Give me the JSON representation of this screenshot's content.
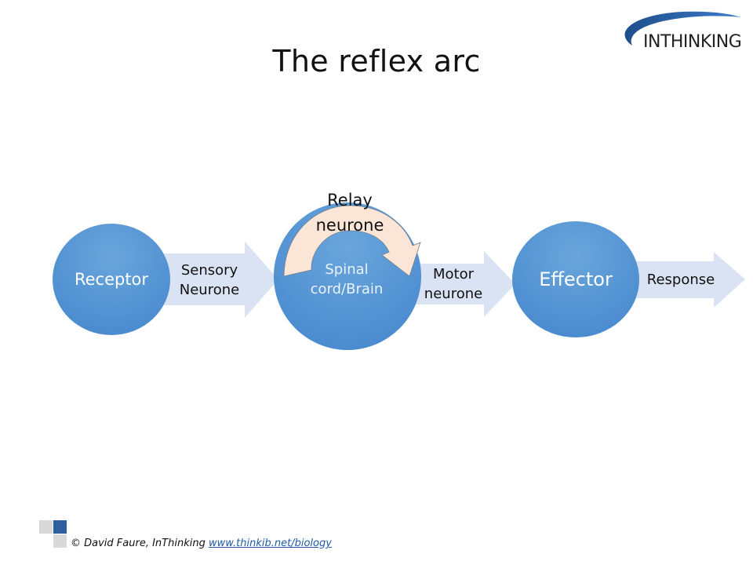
{
  "slide": {
    "title": "The reflex arc"
  },
  "logo": {
    "text": "INTHINKING",
    "icon": "inthinking-logo-swoosh"
  },
  "diagram": {
    "nodes": [
      {
        "id": "receptor",
        "label": "Receptor"
      },
      {
        "id": "spinal",
        "label_line1": "Spinal",
        "label_line2": "cord/Brain"
      },
      {
        "id": "effector",
        "label": "Effector"
      }
    ],
    "arrows": [
      {
        "id": "sensory",
        "line1": "Sensory",
        "line2": "Neurone"
      },
      {
        "id": "motor",
        "line1": "Motor",
        "line2": "neurone"
      },
      {
        "id": "response",
        "line1": "Response"
      }
    ],
    "relay": {
      "line1": "Relay",
      "line2": "neurone"
    },
    "colors": {
      "circle": "#5b9bd5",
      "arrow": "#dae3f3",
      "relay_arrow": "#fbe5d6"
    }
  },
  "footer": {
    "copyright": "© David Faure, InThinking ",
    "link": "www.thinkib.net/biology",
    "colors": {
      "dark_square": "#2e5f9e",
      "light_square": "#d9d9d9"
    }
  }
}
